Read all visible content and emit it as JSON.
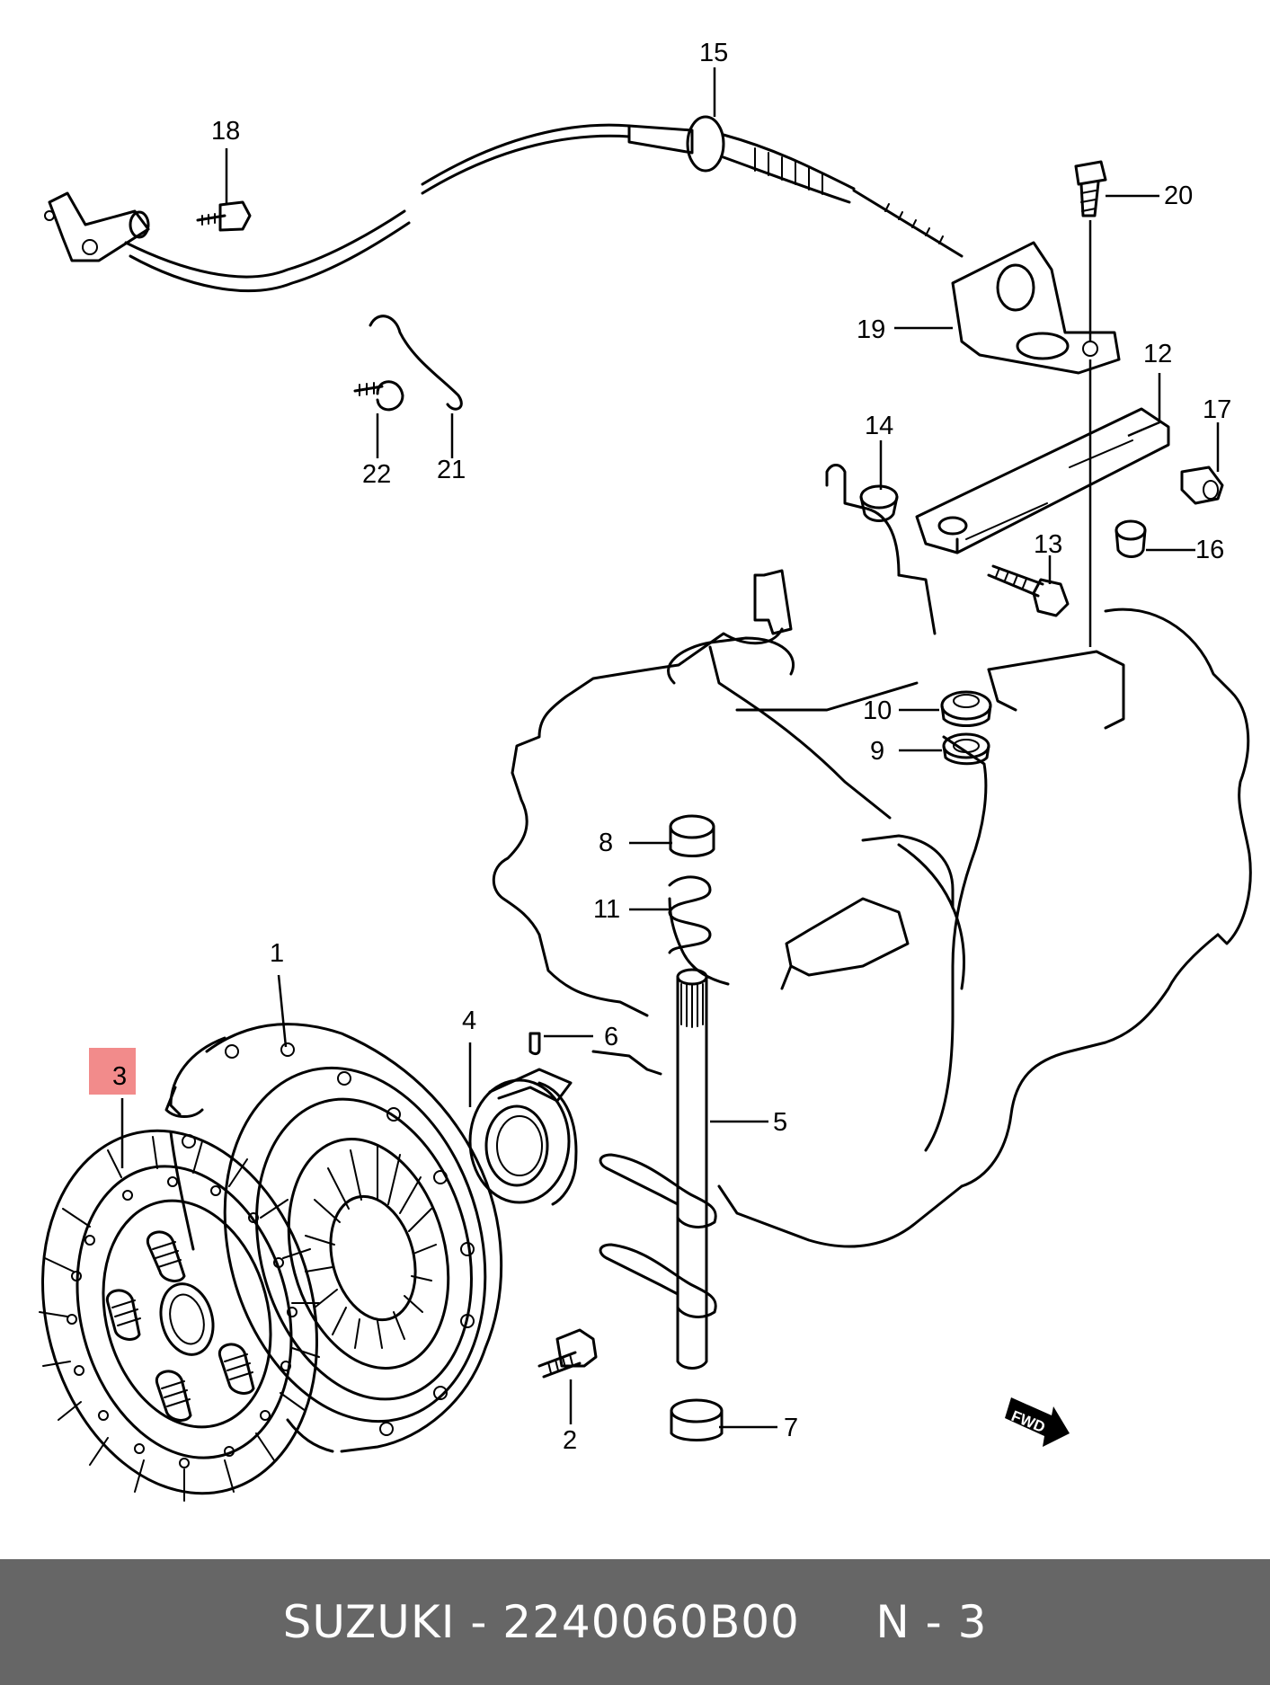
{
  "callouts": {
    "c1": "1",
    "c2": "2",
    "c3": "3",
    "c4": "4",
    "c5": "5",
    "c6": "6",
    "c7": "7",
    "c8": "8",
    "c9": "9",
    "c10": "10",
    "c11": "11",
    "c12": "12",
    "c13": "13",
    "c14": "14",
    "c15": "15",
    "c16": "16",
    "c17": "17",
    "c18": "18",
    "c19": "19",
    "c20": "20",
    "c21": "21",
    "c22": "22"
  },
  "fwd_mark": "FWD",
  "highlight_color": "#f28b8b",
  "footer": {
    "text": "SUZUKI - 2240060B00     N - 3",
    "background": "#666666"
  }
}
